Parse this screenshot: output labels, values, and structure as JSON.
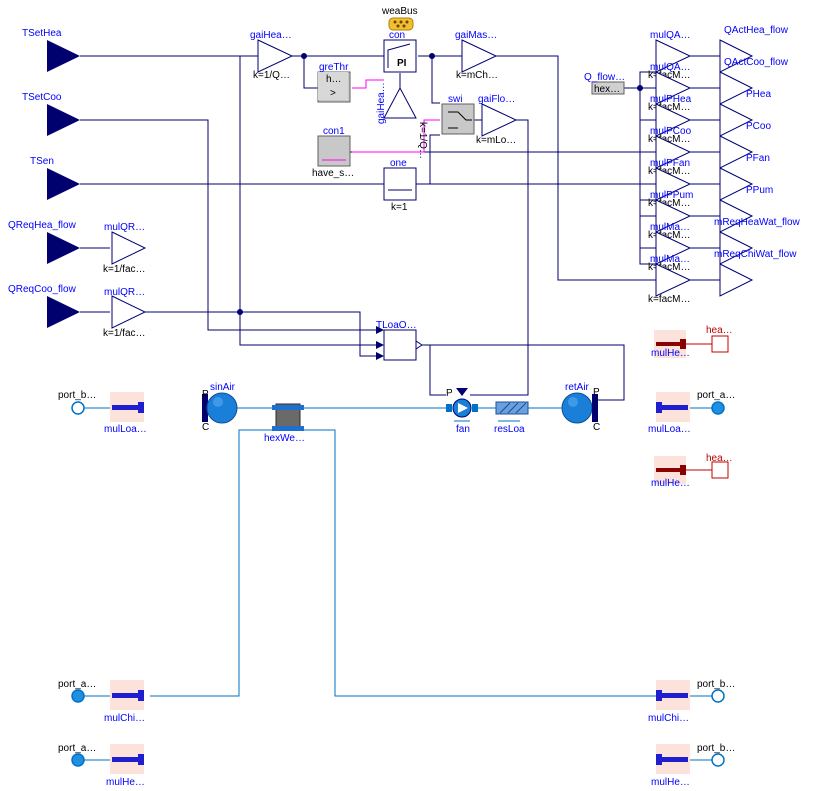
{
  "inputs": {
    "tset_hea": "TSetHea",
    "tset_coo": "TSetCoo",
    "tsen": "TSen",
    "qreq_hea": "QReqHea_flow",
    "qreq_coo": "QReqCoo_flow"
  },
  "outputs": {
    "qact_hea": "QActHea_flow",
    "qact_coo": "QActCoo_flow",
    "phea": "PHea",
    "pcoo": "PCoo",
    "pfan": "PFan",
    "ppum": "PPum",
    "mreq_hea_wat": "mReqHeaWat_flow",
    "mreq_chi_wat": "mReqChiWat_flow"
  },
  "blocks": {
    "weabus": "weaBus",
    "con": "con",
    "con_pi": "PI",
    "gaihea_top": "gaiHea…",
    "gaihea_top_k": "k=1/Q…",
    "grethr": "greThr",
    "grethr_h": "h…",
    "grethr_sym": ">",
    "gaihea_rot": "gaiHea…",
    "gaihea_rot_k": "k=1/Q…",
    "gaimas": "gaiMas…",
    "gaimas_k": "k=mCh…",
    "swi": "swi",
    "gaiflo": "gaiFlo…",
    "gaiflo_k": "k=mLo…",
    "con1": "con1",
    "con1_sub": "have_s…",
    "one": "one",
    "one_k": "k=1",
    "mulqr_hea": "mulQR…",
    "mulqr_hea_k": "k=1/fac…",
    "mulqr_coo": "mulQR…",
    "mulqr_coo_k": "k=1/fac…",
    "tloa": "TLoaO…",
    "q_flow": "Q_flow…",
    "hex_small": "hex…",
    "mul_labels": [
      "mulQA…",
      "mulQA…",
      "mulPHea",
      "mulPCoo",
      "mulPFan",
      "mulPPum",
      "mulMa…",
      "mulMa…"
    ],
    "k_labels": [
      "k=facM…",
      "k=facM…",
      "k=facM…",
      "k=facM…",
      "k=facM…",
      "k=facM…",
      "k=facM…",
      "k=facM…"
    ]
  },
  "fluid": {
    "sinair": "sinAir",
    "retair": "retAir",
    "fan": "fan",
    "resloa": "resLoa",
    "hexwe": "hexWe…",
    "port_b_left": "port_b…",
    "mulloa_left": "mulLoa…",
    "port_a_right": "port_a…",
    "mulloa_right": "mulLoa…",
    "mulhe_top": "mulHe…",
    "hea_top": "hea…",
    "mulhe_mid": "mulHe…",
    "hea_mid": "hea…",
    "port_a_chi_left": "port_a…",
    "mulchi_left": "mulChi…",
    "port_b_chi_right": "port_b…",
    "mulchi_right": "mulChi…",
    "port_a_he_left": "port_a…",
    "mulhe_bot_left": "mulHe…",
    "port_b_he_right": "port_b…",
    "mulhe_bot_right": "mulHe…",
    "p_label": "P",
    "c_label": "C"
  },
  "colors": {
    "signal": "#00006f",
    "boolean": "#ff00ff",
    "fluid": "#0072c6",
    "label": "#0000ff",
    "heat": "#c00000"
  }
}
